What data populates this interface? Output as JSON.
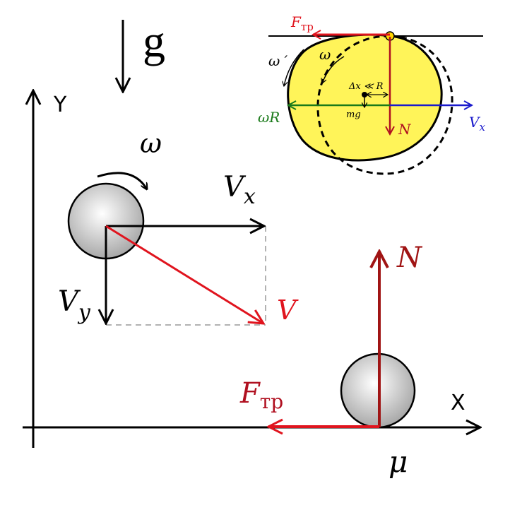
{
  "gravity": {
    "label": "g"
  },
  "axes": {
    "x_label": "X",
    "y_label": "Y"
  },
  "ball_left": {
    "omega": "ω",
    "vx": "V",
    "vx_sub": "x",
    "vy": "V",
    "vy_sub": "y",
    "v": "V"
  },
  "ball_right": {
    "normal": "N",
    "friction": "F",
    "friction_sub": "тр",
    "mu": "μ"
  },
  "inset": {
    "friction": "F",
    "friction_sub": "тр",
    "omega_prime": "ω ′",
    "omega": "ω",
    "dx": "Δx ≪ R",
    "mg": "mg",
    "omega_r": "ωR",
    "normal": "N",
    "vx": "V",
    "vx_sub": "x"
  },
  "colors": {
    "black": "#000000",
    "red": "#e0141e",
    "dark_red": "#a01414",
    "green": "#1a7a1a",
    "blue": "#1a1acc",
    "yellow": "#fff459",
    "ball_gray": "#c8c8c8"
  }
}
